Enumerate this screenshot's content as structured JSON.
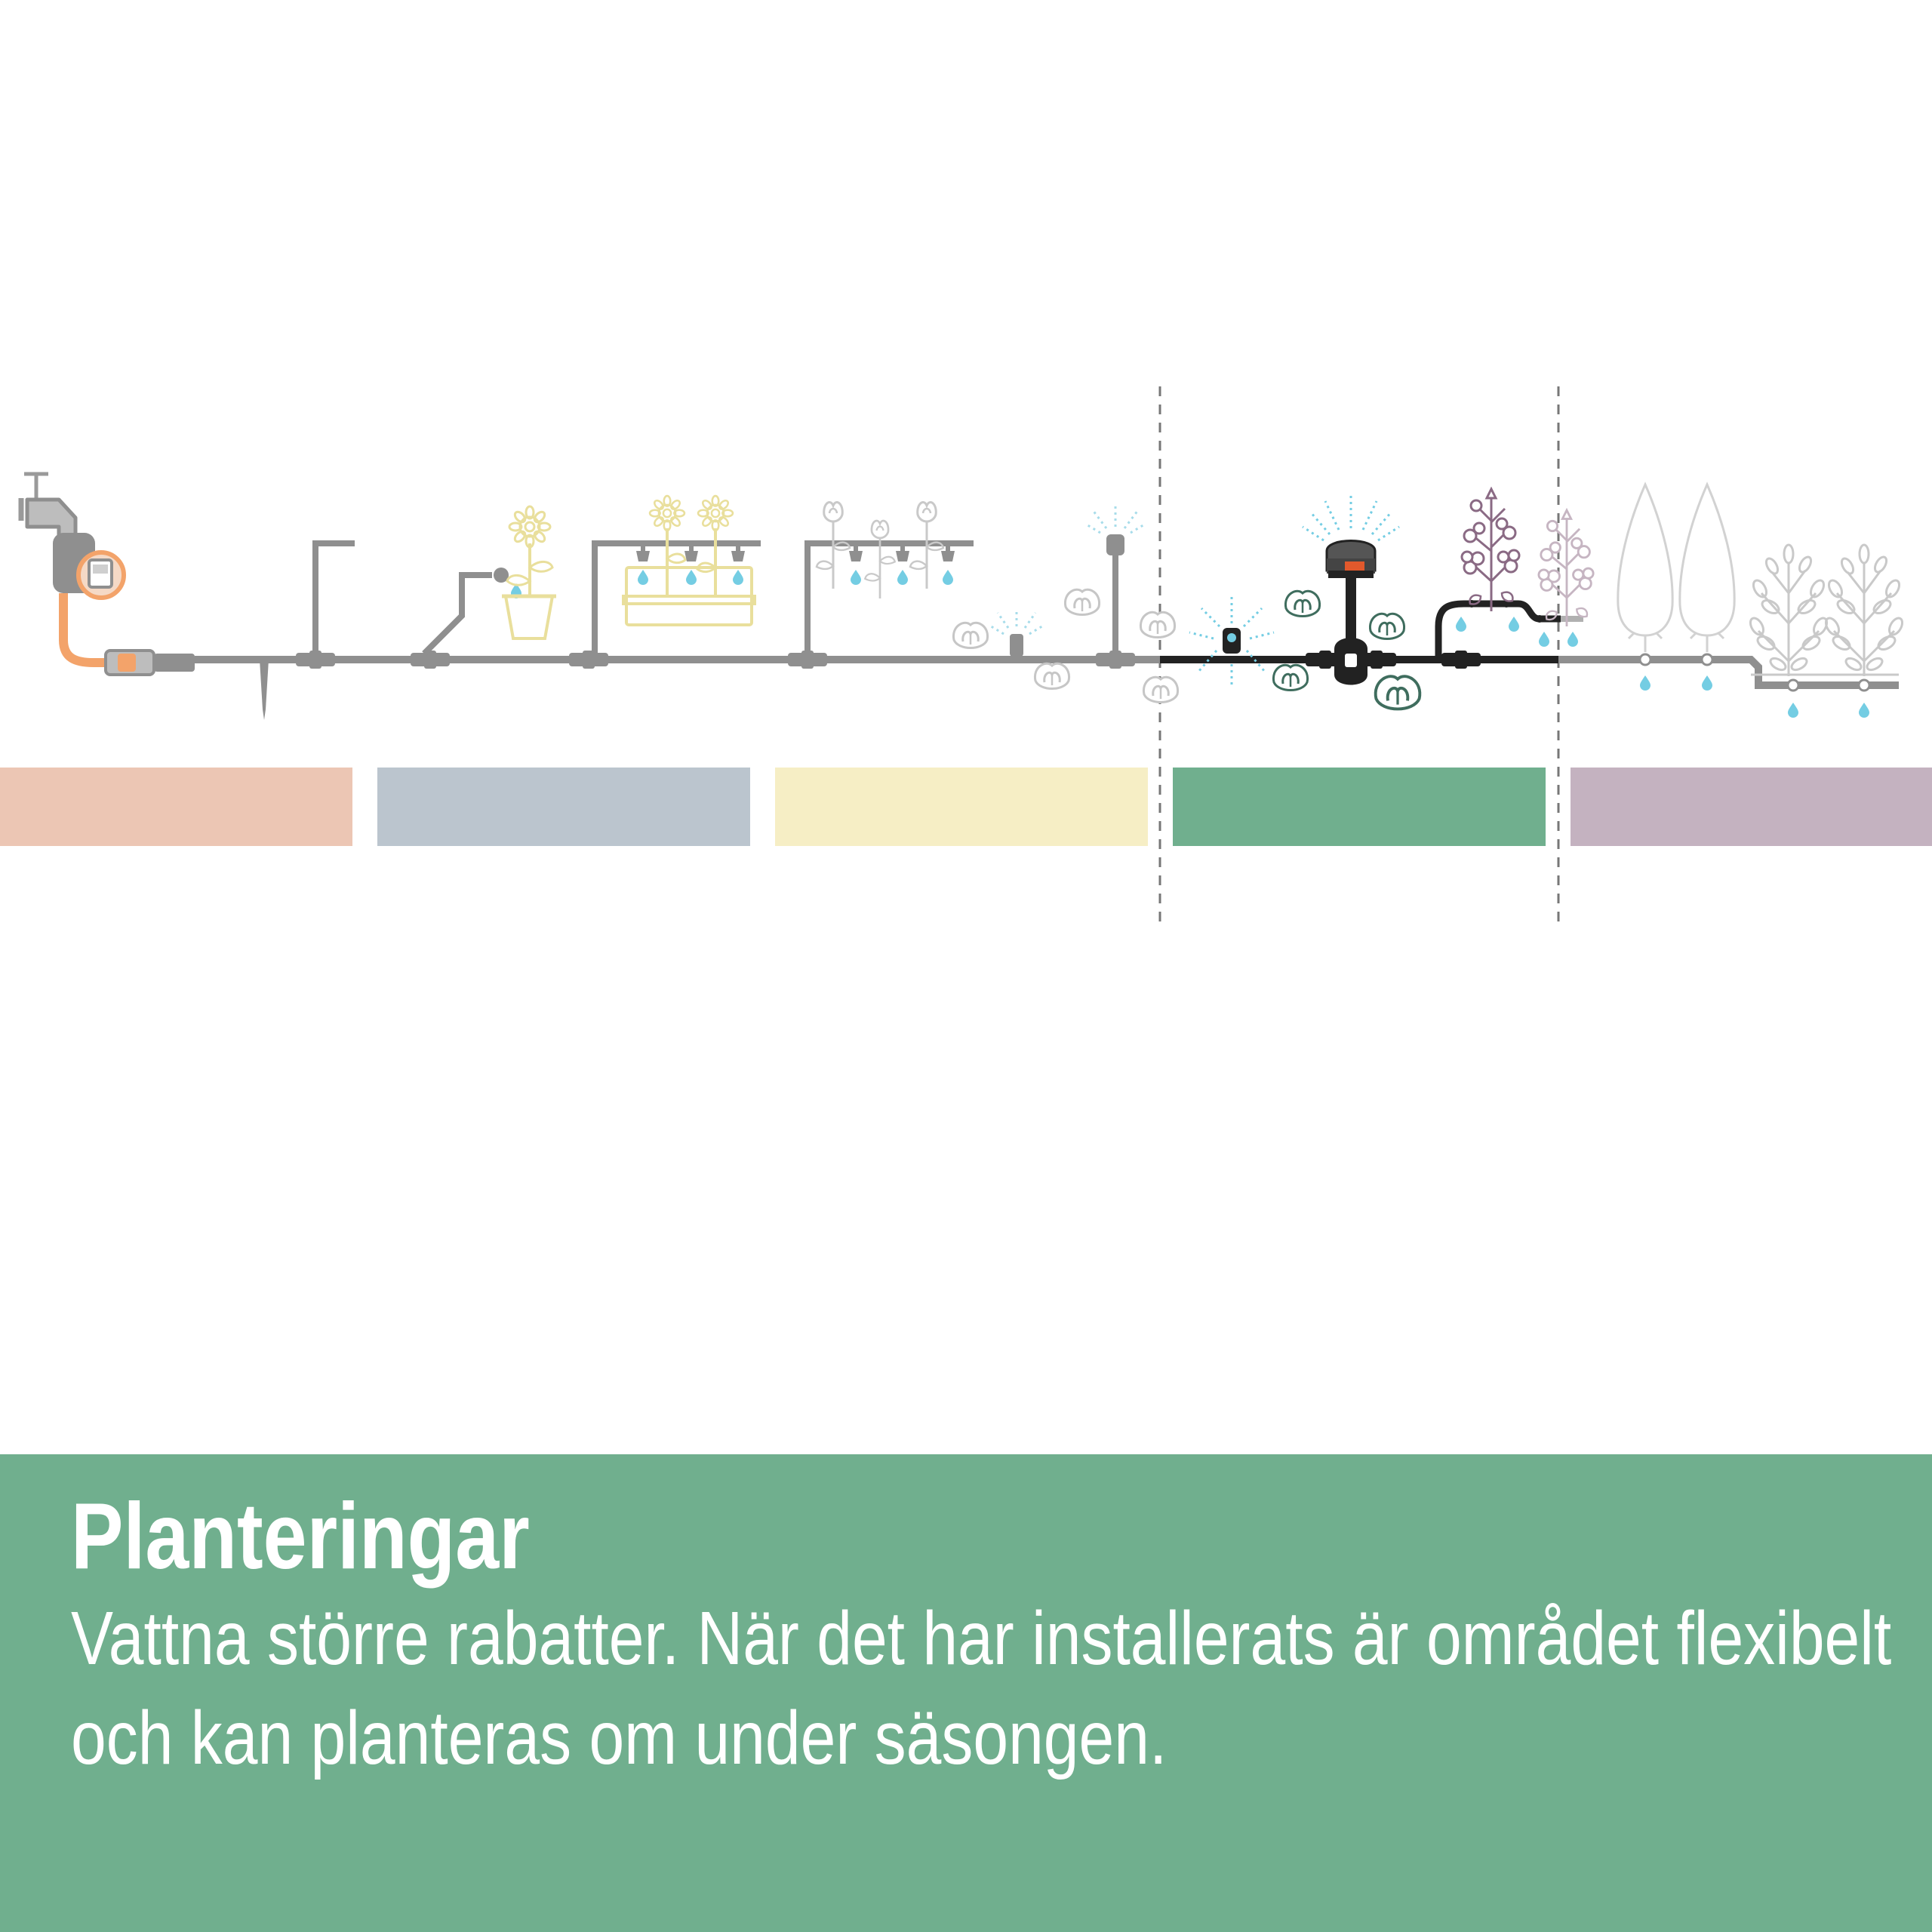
{
  "zones": [
    {
      "id": "source",
      "color": "#ecc6b4",
      "state": "dimmed"
    },
    {
      "id": "pots",
      "color": "#bbc5ce",
      "state": "dimmed"
    },
    {
      "id": "boxes",
      "color": "#f6eec5",
      "state": "dimmed"
    },
    {
      "id": "beds",
      "color": "#70af8e",
      "state": "active"
    },
    {
      "id": "rows",
      "color": "#c4b2c0",
      "state": "dimmed"
    }
  ],
  "colors": {
    "active_pipe": "#222222",
    "inactive_pipe": "#8f8f8f",
    "water": "#74cde3",
    "faucet_accent": "#f3a36a",
    "sprinkler_accent": "#e2592c",
    "footer_background": "#70af8e",
    "footer_text": "#ffffff"
  },
  "icons": [
    "faucet-icon",
    "water-timer-icon",
    "sunflower-pot-icon",
    "flower-box-icon",
    "rose-icon",
    "cabbage-icon",
    "micro-sprinkler-icon",
    "pop-up-sprinkler-icon",
    "tomato-plant-icon",
    "cypress-tree-icon",
    "shrub-icon"
  ],
  "footer": {
    "title": "Planteringar",
    "description": "Vattna större rabatter. När det har installerats är området flexibelt och kan planteras om under säsongen."
  }
}
